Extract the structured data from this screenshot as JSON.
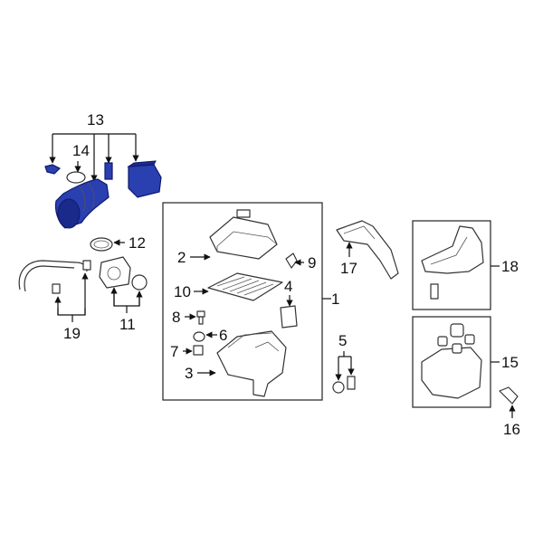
{
  "diagram": {
    "highlight_color": "#2a3fb0",
    "callouts": {
      "c1": "1",
      "c2": "2",
      "c3": "3",
      "c4": "4",
      "c5": "5",
      "c6": "6",
      "c7": "7",
      "c8": "8",
      "c9": "9",
      "c10": "10",
      "c11": "11",
      "c12": "12",
      "c13": "13",
      "c14": "14",
      "c15": "15",
      "c16": "16",
      "c17": "17",
      "c18": "18",
      "c19": "19"
    }
  }
}
